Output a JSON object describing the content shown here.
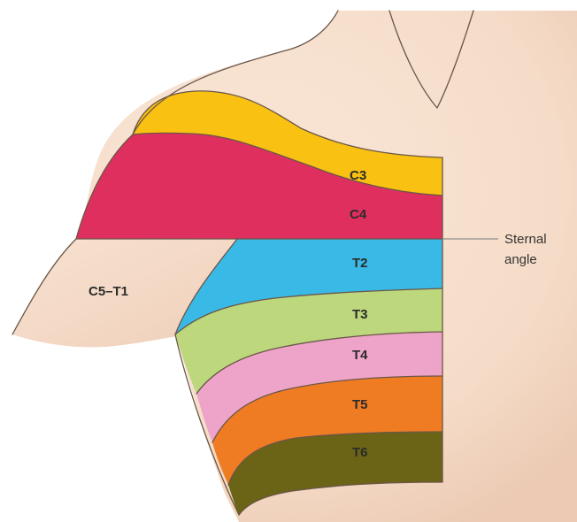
{
  "labels": {
    "c3": "C3",
    "c4": "C4",
    "c5_t1": "C5–T1",
    "t2": "T2",
    "t3": "T3",
    "t4": "T4",
    "t5": "T5",
    "t6": "T6",
    "sternal_line1": "Sternal",
    "sternal_line2": "angle"
  },
  "colors": {
    "skin": "#f7e1d0",
    "skin_shadow": "#efcdb6",
    "outline": "#6b5648",
    "c3": "#f9c112",
    "c4": "#df2f5f",
    "t2": "#39b9e6",
    "t3": "#bcd77c",
    "t4": "#eea4c8",
    "t5": "#ef7c23",
    "t6": "#6b6316",
    "guide_line": "#8c8c8c"
  }
}
